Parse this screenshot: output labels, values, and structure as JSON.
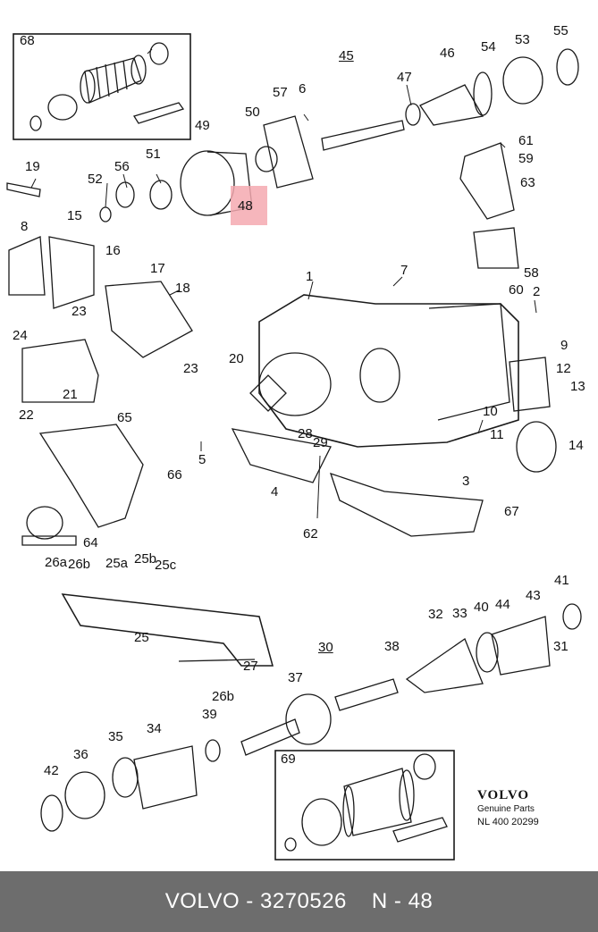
{
  "callouts": [
    {
      "id": "c68",
      "text": "68"
    },
    {
      "id": "c45",
      "text": "45"
    },
    {
      "id": "c46",
      "text": "46"
    },
    {
      "id": "c54",
      "text": "54"
    },
    {
      "id": "c53",
      "text": "53"
    },
    {
      "id": "c55",
      "text": "55"
    },
    {
      "id": "c47",
      "text": "47"
    },
    {
      "id": "c57",
      "text": "57"
    },
    {
      "id": "c6",
      "text": "6"
    },
    {
      "id": "c49",
      "text": "49"
    },
    {
      "id": "c50",
      "text": "50"
    },
    {
      "id": "c61",
      "text": "61"
    },
    {
      "id": "c59",
      "text": "59"
    },
    {
      "id": "c63",
      "text": "63"
    },
    {
      "id": "c19",
      "text": "19"
    },
    {
      "id": "c56",
      "text": "56"
    },
    {
      "id": "c51",
      "text": "51"
    },
    {
      "id": "c52",
      "text": "52"
    },
    {
      "id": "c15",
      "text": "15"
    },
    {
      "id": "c8",
      "text": "8"
    },
    {
      "id": "c16",
      "text": "16"
    },
    {
      "id": "c58",
      "text": "58"
    },
    {
      "id": "c60",
      "text": "60"
    },
    {
      "id": "c17",
      "text": "17"
    },
    {
      "id": "c1",
      "text": "1"
    },
    {
      "id": "c7",
      "text": "7"
    },
    {
      "id": "c18",
      "text": "18"
    },
    {
      "id": "c2",
      "text": "2"
    },
    {
      "id": "c23a",
      "text": "23"
    },
    {
      "id": "c24",
      "text": "24"
    },
    {
      "id": "c23b",
      "text": "23"
    },
    {
      "id": "c9",
      "text": "9"
    },
    {
      "id": "c20",
      "text": "20"
    },
    {
      "id": "c12",
      "text": "12"
    },
    {
      "id": "c13",
      "text": "13"
    },
    {
      "id": "c21",
      "text": "21"
    },
    {
      "id": "c22",
      "text": "22"
    },
    {
      "id": "c10",
      "text": "10"
    },
    {
      "id": "c65",
      "text": "65"
    },
    {
      "id": "c28",
      "text": "28"
    },
    {
      "id": "c11",
      "text": "11"
    },
    {
      "id": "c29",
      "text": "29"
    },
    {
      "id": "c14",
      "text": "14"
    },
    {
      "id": "c5",
      "text": "5"
    },
    {
      "id": "c66",
      "text": "66"
    },
    {
      "id": "c3",
      "text": "3"
    },
    {
      "id": "c4",
      "text": "4"
    },
    {
      "id": "c67",
      "text": "67"
    },
    {
      "id": "c62",
      "text": "62"
    },
    {
      "id": "c64",
      "text": "64"
    },
    {
      "id": "c26a",
      "text": "26a"
    },
    {
      "id": "c26b",
      "text": "26b"
    },
    {
      "id": "c25a",
      "text": "25a"
    },
    {
      "id": "c25b",
      "text": "25b"
    },
    {
      "id": "c25c",
      "text": "25c"
    },
    {
      "id": "c41",
      "text": "41"
    },
    {
      "id": "c43",
      "text": "43"
    },
    {
      "id": "c32",
      "text": "32"
    },
    {
      "id": "c33",
      "text": "33"
    },
    {
      "id": "c40",
      "text": "40"
    },
    {
      "id": "c44",
      "text": "44"
    },
    {
      "id": "c25",
      "text": "25"
    },
    {
      "id": "c30",
      "text": "30"
    },
    {
      "id": "c38",
      "text": "38"
    },
    {
      "id": "c31",
      "text": "31"
    },
    {
      "id": "c27",
      "text": "27"
    },
    {
      "id": "c37",
      "text": "37"
    },
    {
      "id": "c26b2",
      "text": "26b"
    },
    {
      "id": "c39",
      "text": "39"
    },
    {
      "id": "c35",
      "text": "35"
    },
    {
      "id": "c34",
      "text": "34"
    },
    {
      "id": "c36",
      "text": "36"
    },
    {
      "id": "c42",
      "text": "42"
    },
    {
      "id": "c69",
      "text": "69"
    }
  ],
  "highlight": {
    "text": "48",
    "color": "#f4a9b0"
  },
  "brand": {
    "logo": "VOLVO",
    "subtitle": "Genuine Parts",
    "code": "NL 400 20299"
  },
  "footer": {
    "part": "VOLVO - 3270526",
    "position": "N - 48",
    "bg": "#6d6d6d"
  }
}
